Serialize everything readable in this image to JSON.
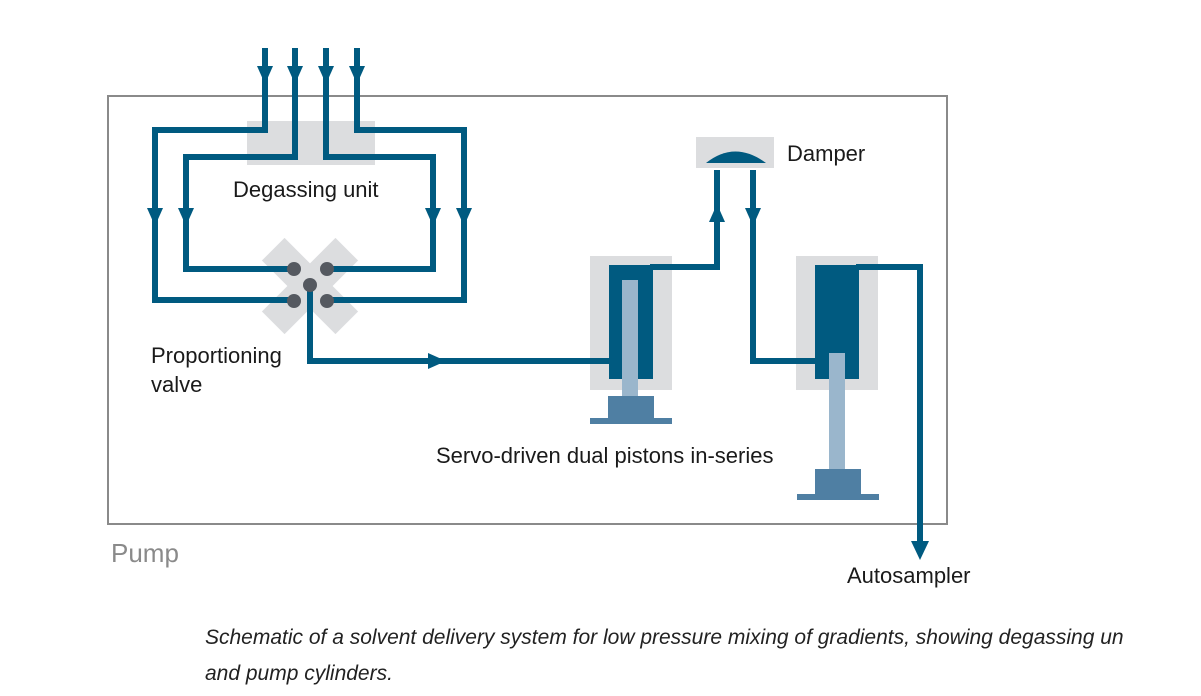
{
  "colors": {
    "pipe": "#005a80",
    "piston_rod": "#9ab6cc",
    "piston_base": "#4f7fa3",
    "housing": "#dcdddf",
    "valve": "#dcdddf",
    "node": "#555960",
    "frame": "#8a8a8a"
  },
  "labels": {
    "degassing_unit": "Degassing unit",
    "proportioning_valve_line1": "Proportioning",
    "proportioning_valve_line2": "valve",
    "damper": "Damper",
    "pistons": "Servo-driven dual pistons in-series",
    "autosampler": "Autosampler",
    "pump": "Pump"
  },
  "caption": {
    "line1": "Schematic of a solvent delivery system for low pressure mixing of gradients, showing degassing un",
    "line2": "and pump cylinders."
  }
}
